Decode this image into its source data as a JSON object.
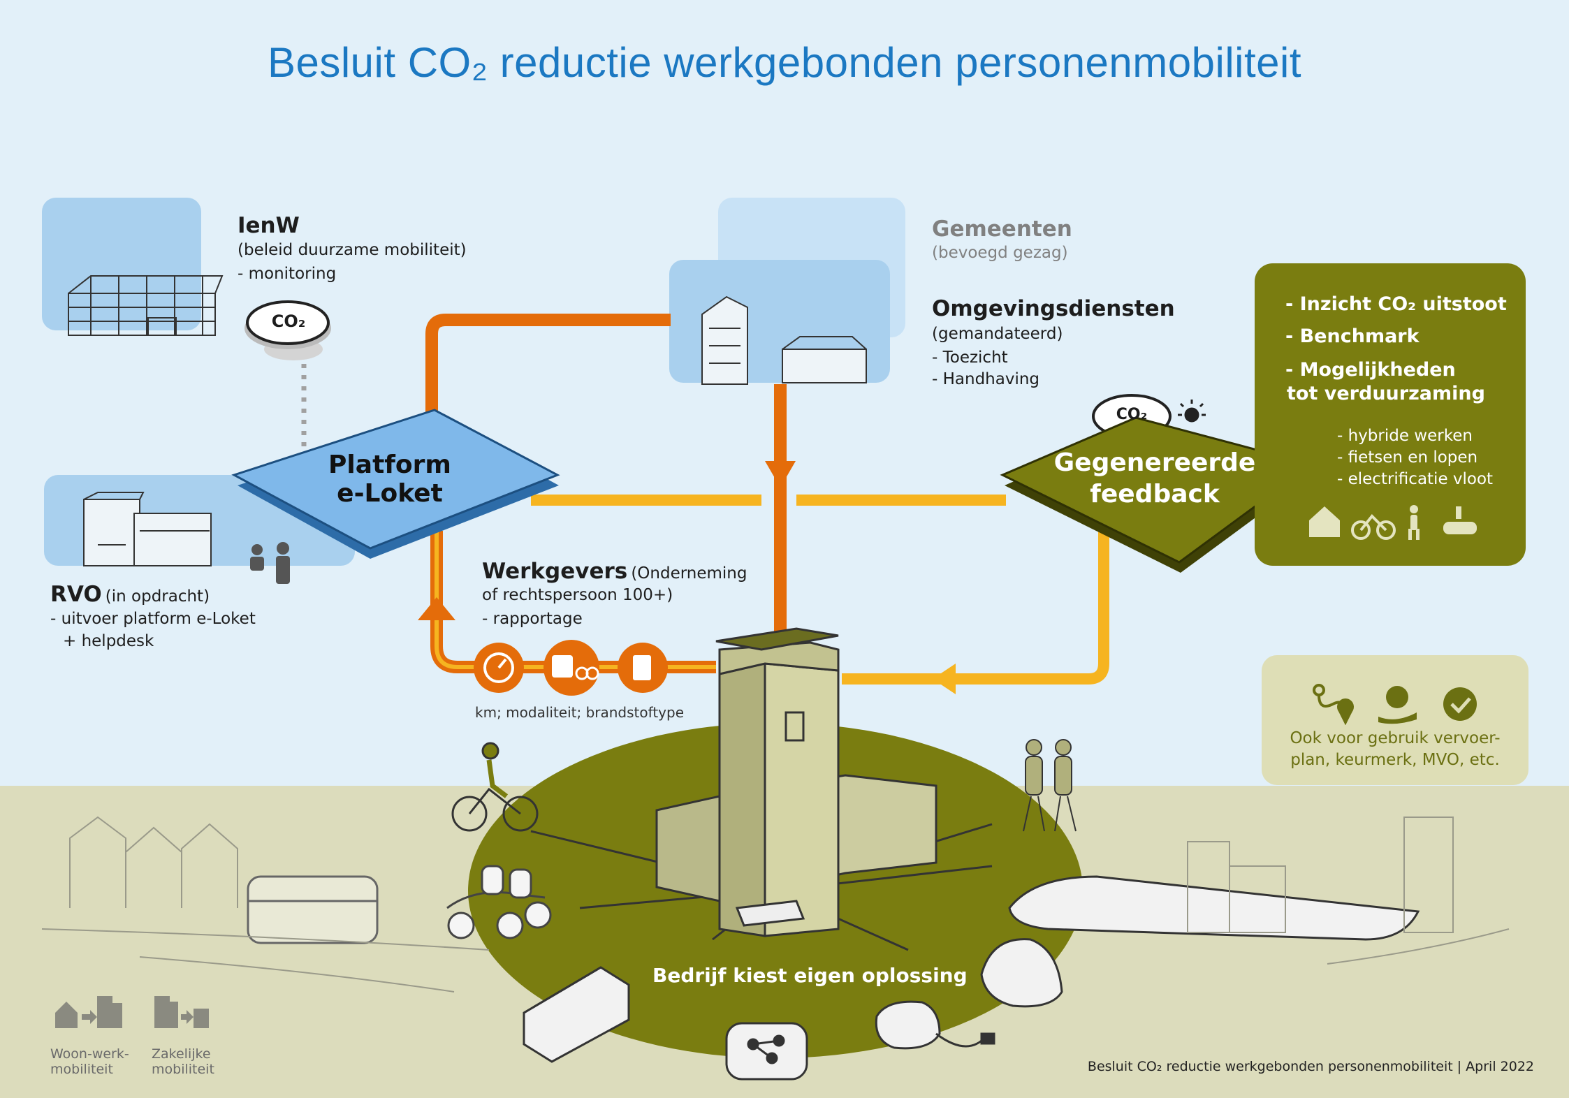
{
  "title": "Besluit CO₂ reductie werkgebonden personenmobiliteit",
  "ienw": {
    "name": "IenW",
    "desc": "(beleid duurzame mobiliteit)",
    "task": "- monitoring"
  },
  "gemeenten": {
    "name": "Gemeenten",
    "desc": "(bevoegd gezag)"
  },
  "omgevingsdiensten": {
    "name": "Omgevingsdiensten",
    "desc": "(gemandateerd)",
    "task1": "- Toezicht",
    "task2": "- Handhaving"
  },
  "rvo": {
    "name": "RVO",
    "desc": "(in opdracht)",
    "task1": "- uitvoer platform e-Loket",
    "task2": "+ helpdesk"
  },
  "werkgevers": {
    "name": "Werkgevers",
    "desc1": "(Onderneming",
    "desc2": "of rechtspersoon 100+)",
    "task": "- rapportage"
  },
  "platform": {
    "line1": "Platform",
    "line2": "e-Loket"
  },
  "feedback": {
    "line1": "Gegenereerde",
    "line2": "feedback"
  },
  "co2_badge": "CO₂",
  "feedback_box": {
    "item1": "- Inzicht CO₂ uitstoot",
    "item2": "- Benchmark",
    "item3a": "- Mogelijkheden",
    "item3b": "tot verduurzaming",
    "sub1": "- hybride werken",
    "sub2": "- fietsen en lopen",
    "sub3": "- electrificatie vloot",
    "icons": [
      "home-work-icon",
      "bicycle-icon",
      "walking-icon",
      "ev-charging-icon"
    ]
  },
  "report_categories": "km; modaliteit; brandstoftype",
  "report_icons": [
    "odometer-icon",
    "vehicles-icon",
    "fuel-icon"
  ],
  "other_use": {
    "line1": "Ook voor gebruik vervoer-",
    "line2": "plan, keurmerk, MVO, etc.",
    "icons": [
      "route-icon",
      "globe-hand-icon",
      "certificate-icon"
    ]
  },
  "center_label": "Bedrijf kiest eigen oplossing",
  "legend": {
    "item1_line1": "Woon-werk-",
    "item1_line2": "mobiliteit",
    "item2_line1": "Zakelijke",
    "item2_line2": "mobiliteit"
  },
  "footer": "Besluit CO₂ reductie werkgebonden personenmobiliteit | April 2022",
  "colors": {
    "title_blue": "#1b78c2",
    "orange": "#e46c0a",
    "amber": "#f6b420",
    "olive": "#7a7d10",
    "platform_blue": "#7fb8ea",
    "sky": "#e2f0f9",
    "ground": "#dcdcbc"
  }
}
